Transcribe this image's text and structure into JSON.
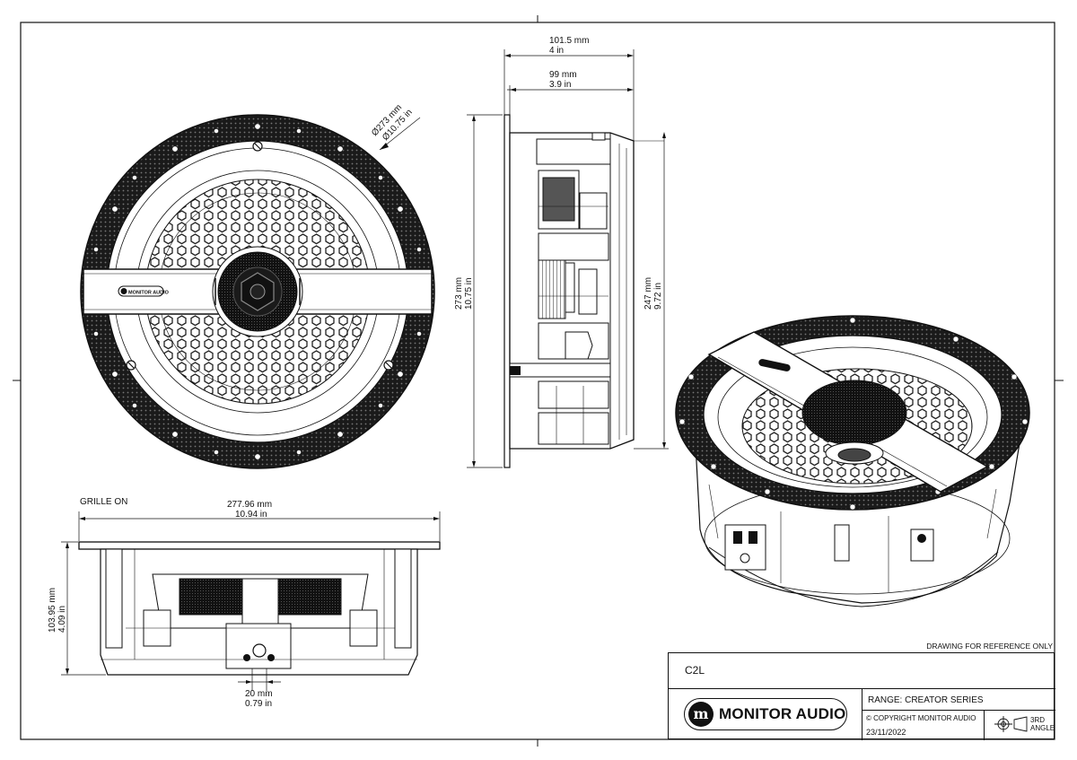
{
  "drawing": {
    "reference_note": "DRAWING FOR REFERENCE ONLY",
    "model": "C2L",
    "brand": "MONITOR AUDIO",
    "brand_badge": "m",
    "range": "RANGE: CREATOR SERIES",
    "copyright": "© COPYRIGHT MONITOR AUDIO",
    "date": "23/11/2022",
    "projection": [
      "3RD",
      "ANGLE"
    ],
    "grille_label": "GRILLE ON",
    "front_logo_text": "MONITOR AUDIO"
  },
  "dimensions": {
    "outer_diameter": {
      "mm": "Ø273 mm",
      "in": "Ø10.75 in"
    },
    "side_total_depth": {
      "mm": "101.5 mm",
      "in": "4 in"
    },
    "side_depth": {
      "mm": "99 mm",
      "in": "3.9 in"
    },
    "side_height": {
      "mm": "273 mm",
      "in": "10.75 in"
    },
    "cutout": {
      "mm": "247 mm",
      "in": "9.72 in"
    },
    "bottom_width": {
      "mm": "277.96 mm",
      "in": "10.94 in"
    },
    "bottom_height": {
      "mm": "103.95 mm",
      "in": "4.09 in"
    },
    "terminal": {
      "mm": "20 mm",
      "in": "0.79 in"
    }
  },
  "icons": {
    "projection_symbol": "third-angle-projection-icon",
    "brand_logo": "monitor-audio-logo-icon"
  }
}
